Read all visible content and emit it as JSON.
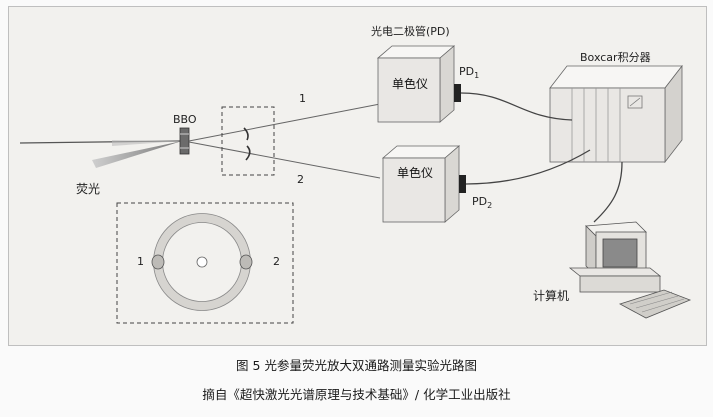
{
  "diagram": {
    "pd_title": "光电二极管(PD)",
    "fluorescence": "荧光",
    "crystal": "BBO",
    "beam_1": "1",
    "beam_2": "2",
    "mono_1": "单色仪",
    "mono_2": "单色仪",
    "pd1": {
      "main": "PD",
      "sub": "1"
    },
    "pd2": {
      "main": "PD",
      "sub": "2"
    },
    "boxcar": "Boxcar积分器",
    "computer": "计算机",
    "ring_1": "1",
    "ring_2": "2"
  },
  "caption": {
    "title": "图 5  光参量荧光放大双通路测量实验光路图",
    "source": "摘自《超快激光光谱原理与技术基础》/ 化学工业出版社"
  },
  "colors": {
    "background": "#f2f1ee",
    "box_front": "#e9e7e4",
    "line": "#555555",
    "ring": "#d6d4d0"
  }
}
